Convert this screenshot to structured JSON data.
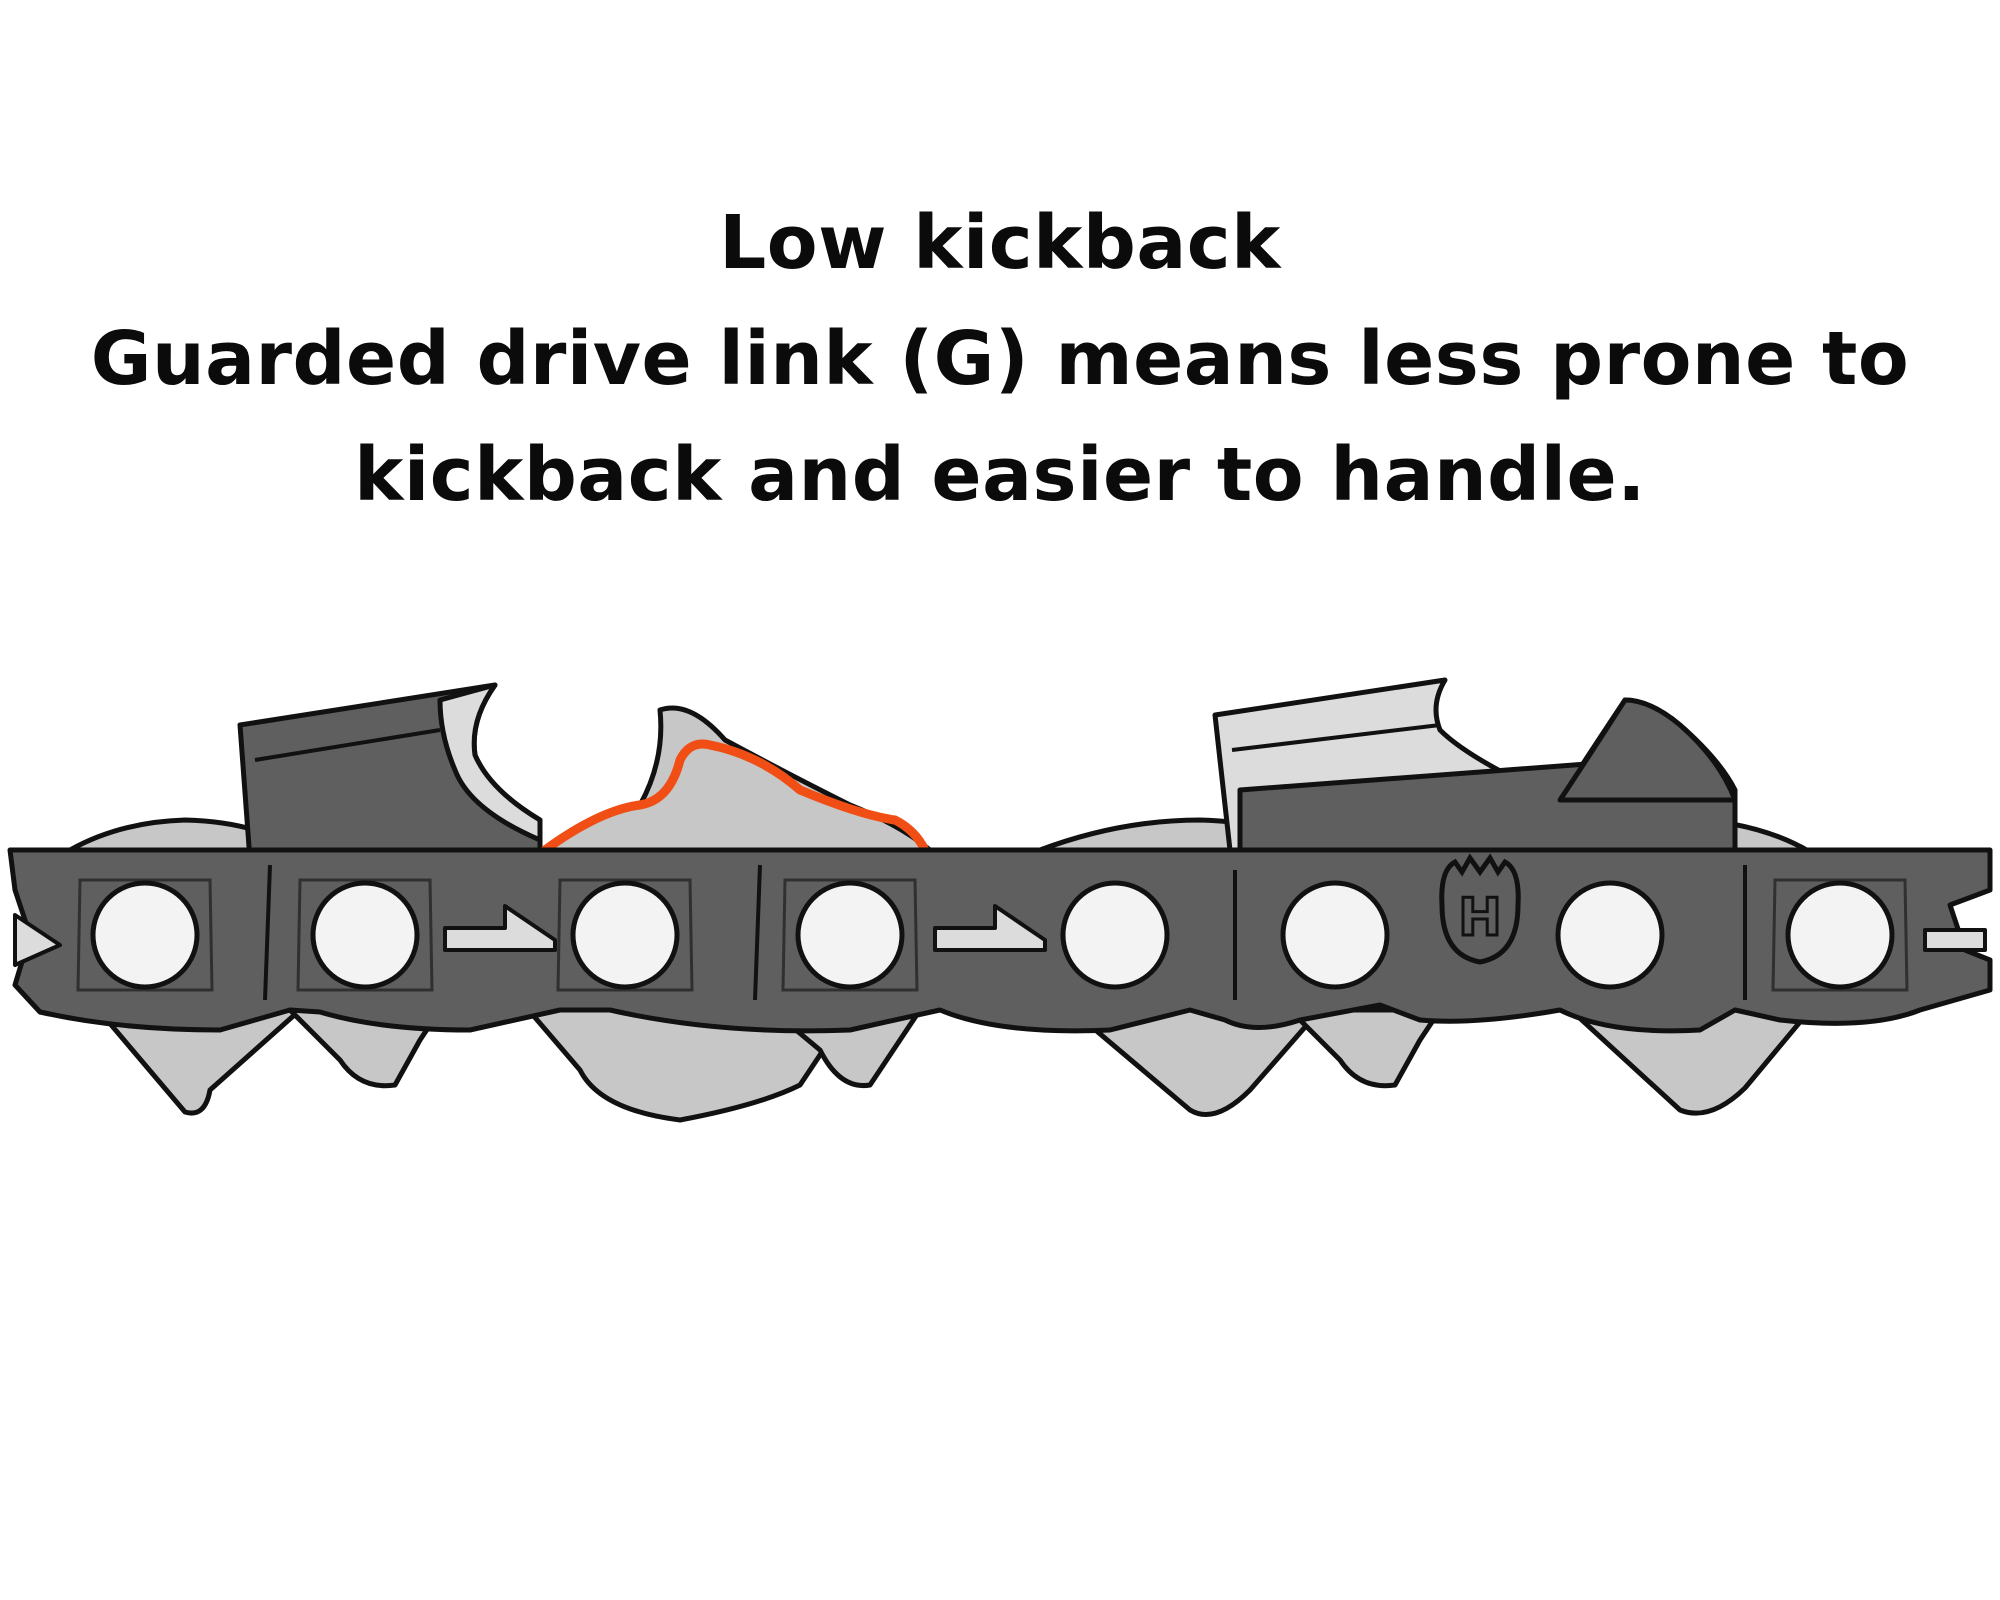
{
  "caption": {
    "title": "Low kickback",
    "line2": "Guarded drive link (G) means less prone to",
    "line3": "kickback and easier to handle."
  },
  "diagram": {
    "subject": "saw chain side view",
    "highlight": "guarded drive link",
    "logo": "H",
    "colors": {
      "outline": "#111111",
      "dark_link": "#5f5f5f",
      "light_link": "#c7c7c7",
      "cutter_face": "#dcdcdc",
      "highlight": "#f04e14",
      "hole": "#f3f3f3"
    }
  }
}
